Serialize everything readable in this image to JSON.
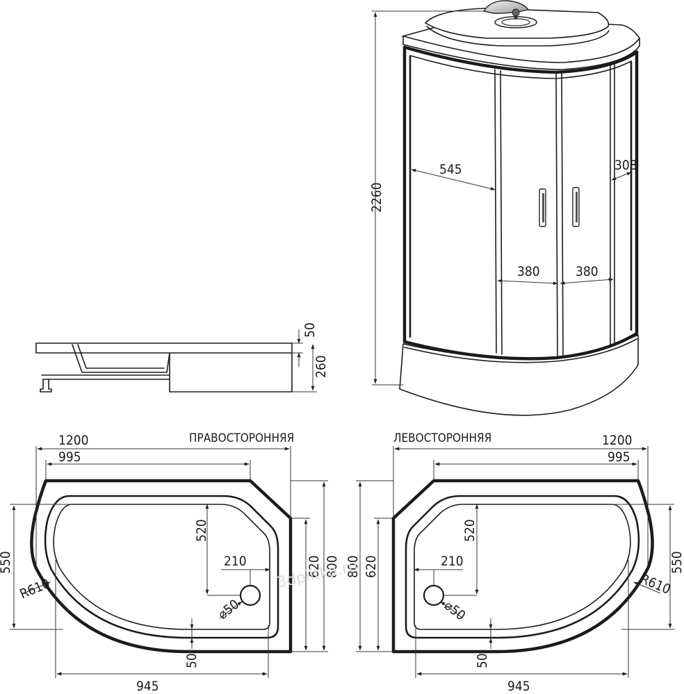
{
  "labels": {
    "right_hand": "ПРАВОСТОРОННЯЯ",
    "left_hand": "ЛЕВОСТОРОННЯЯ"
  },
  "watermark": "3dplitka.ru",
  "cabin": {
    "height": "2260",
    "side_panel": "545",
    "rear_panel": "308",
    "door_left": "380",
    "door_right": "380"
  },
  "tray_side": {
    "rim": "50",
    "height": "260"
  },
  "right_tray": {
    "width": "1200",
    "rear": "995",
    "inner": "945",
    "depth": "800",
    "side": "620",
    "radius_zone": "550",
    "radius": "R610",
    "drain_y": "520",
    "drain_x": "210",
    "drain_d": "⌀50",
    "rim": "50"
  },
  "left_tray": {
    "width": "1200",
    "rear": "995",
    "inner": "945",
    "depth": "800",
    "side": "620",
    "radius_zone": "550",
    "radius": "R610",
    "drain_y": "520",
    "drain_x": "210",
    "drain_d": "⌀50",
    "rim": "50"
  }
}
